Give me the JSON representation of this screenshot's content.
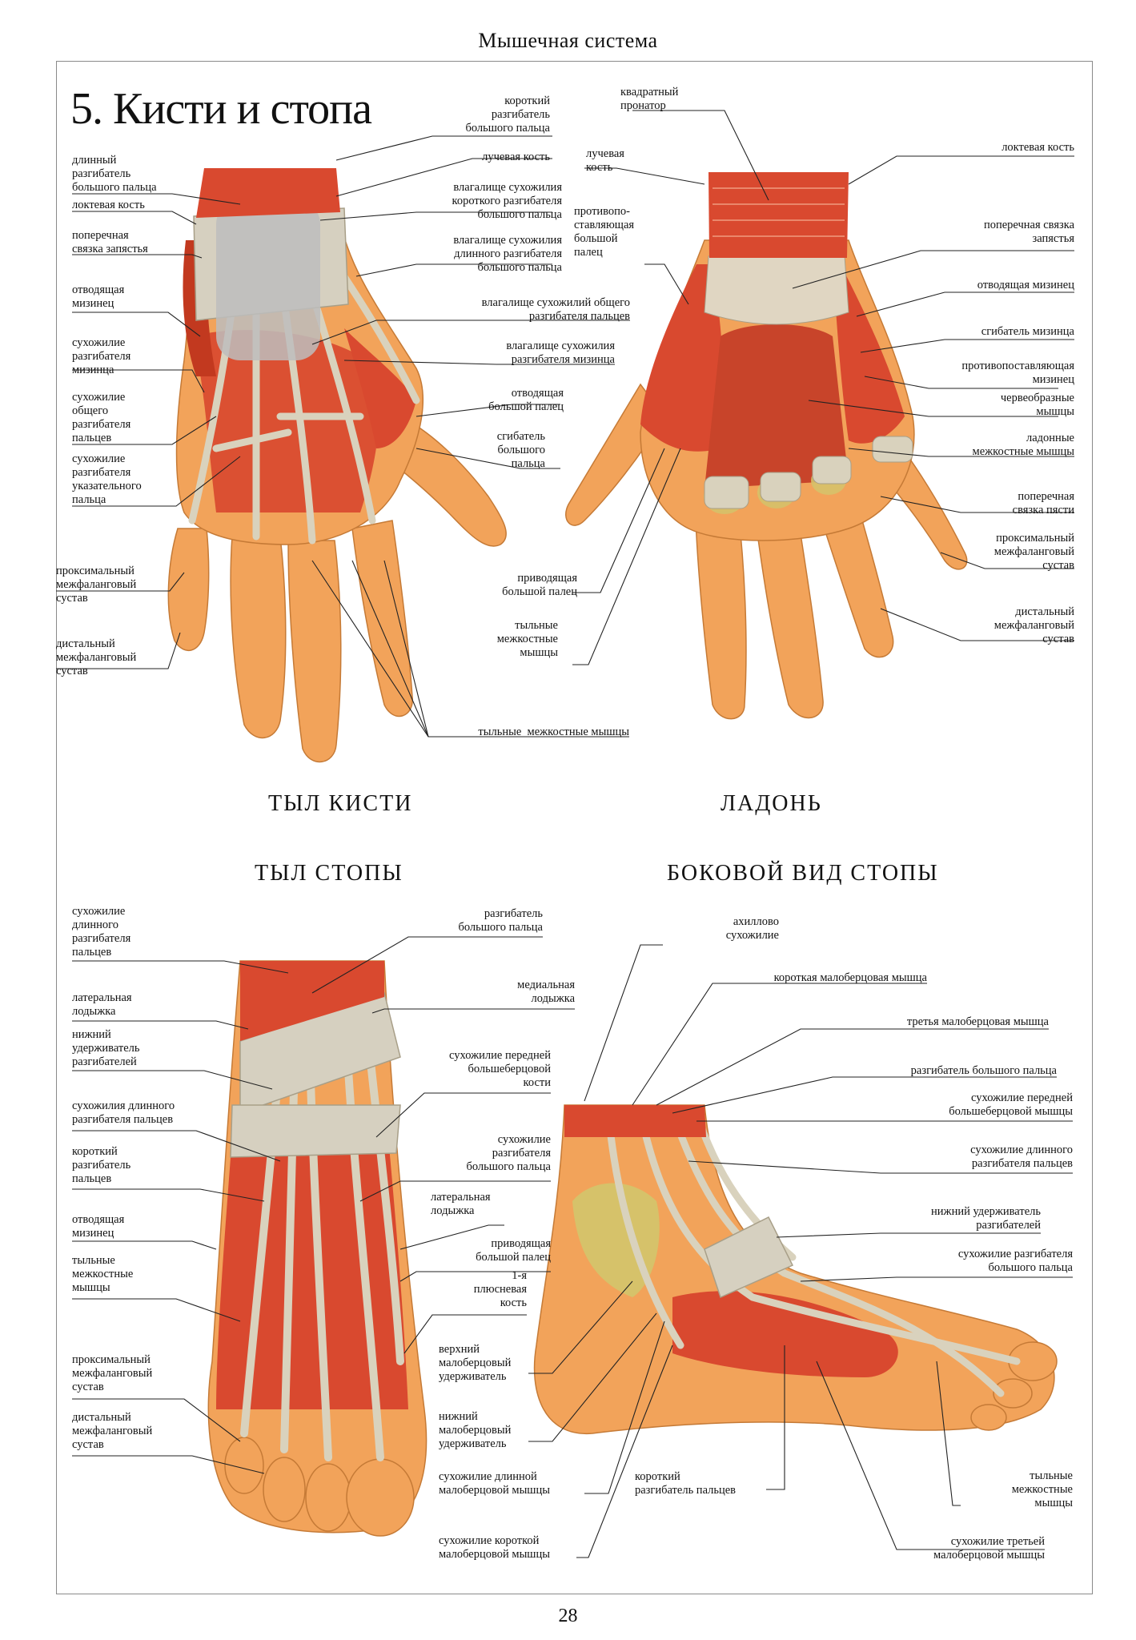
{
  "header": {
    "section": "Мышечная система",
    "page_number": "28"
  },
  "title": "5.  Кисти и стопа",
  "views": {
    "hand_dorsal": "ТЫЛ КИСТИ",
    "hand_palm": "ЛАДОНЬ",
    "foot_dorsal": "ТЫЛ СТОПЫ",
    "foot_side": "БОКОВОЙ ВИД СТОПЫ"
  },
  "labels": {
    "hd": [
      "длинный\nразгибатель\nбольшого пальца",
      "локтевая кость",
      "поперечная\nсвязка запястья",
      "отводящая\nмизинец",
      "сухожилие\nразгибателя\nмизинца",
      "сухожилие\nобщего\nразгибателя\nпальцев",
      "сухожилие\nразгибателя\nуказательного\nпальца",
      "проксимальный\nмежфаланговый\nсустав",
      "дистальный\nмежфаланговый\nсустав"
    ],
    "hc": [
      "короткий\nразгибатель\nбольшого пальца",
      "лучевая кость",
      "влагалище сухожилия\nкороткого разгибателя\nбольшого пальца",
      "влагалище сухожилия\nдлинного разгибателя\nбольшого пальца",
      "влагалище сухожилий общего\nразгибателя пальцев",
      "влагалище сухожилия\nразгибателя мизинца",
      "отводящая\nбольшой палец",
      "сгибатель\nбольшого\nпальца",
      "приводящая\nбольшой палец",
      "тыльные\nмежкостные\nмышцы",
      "тыльные  межкостные мышцы"
    ],
    "hp": [
      "квадратный\nпронатор",
      "лучевая\nкость",
      "противопо-\nставляющая\nбольшой\nпалец",
      "локтевая кость",
      "поперечная связка\nзапястья",
      "отводящая мизинец",
      "сгибатель мизинца",
      "противопоставляющая\nмизинец",
      "червеобразные\nмышцы",
      "ладонные\nмежкостные мышцы",
      "поперечная\nсвязка пясти",
      "проксимальный\nмежфаланговый\nсустав",
      "дистальный\nмежфаланговый\nсустав"
    ],
    "fd": [
      "сухожилие\nдлинного\nразгибателя\nпальцев",
      "латеральная\nлодыжка",
      "нижний\nудерживатель\nразгибателей",
      "сухожилия длинного\nразгибателя пальцев",
      "короткий\nразгибатель\nпальцев",
      "отводящая\nмизинец",
      "тыльные\nмежкостные\nмышцы",
      "проксимальный\nмежфаланговый\nсустав",
      "дистальный\nмежфаланговый\nсустав"
    ],
    "fc": [
      "разгибатель\nбольшого пальца",
      "медиальная\nлодыжка",
      "сухожилие передней\nбольшеберцовой\nкости",
      "сухожилие\nразгибателя\nбольшого пальца",
      "латеральная\nлодыжка",
      "приводящая\nбольшой палец",
      "1-я\nплюсневая\nкость"
    ],
    "fs": [
      "ахиллово\nсухожилие",
      "короткая малоберцовая мышца",
      "третья малоберцовая мышца",
      "разгибатель большого пальца",
      "сухожилие передней\nбольшеберцовой мышцы",
      "сухожилие длинного\nразгибателя пальцев",
      "нижний удерживатель\nразгибателей",
      "сухожилие разгибателя\nбольшого пальца",
      "верхний\nмалоберцовый\nудерживатель",
      "нижний\nмалоберцовый\nудерживатель",
      "сухожилие длинной\nмалоберцовой мышцы",
      "сухожилие короткой\nмалоберцовой мышцы",
      "короткий\nразгибатель пальцев",
      "тыльные\nмежкостные\nмышцы",
      "сухожилие третьей\nмалоберцовой мышцы"
    ]
  },
  "colors": {
    "skin": "#f2a35a",
    "skin_light": "#f8c98d",
    "muscle": "#d9492f",
    "muscle_dark": "#b8321f",
    "tendon": "#d9d2bd",
    "bone": "#bdbdbd",
    "fat": "#d6c26a",
    "frame": "#8a8a8a"
  }
}
